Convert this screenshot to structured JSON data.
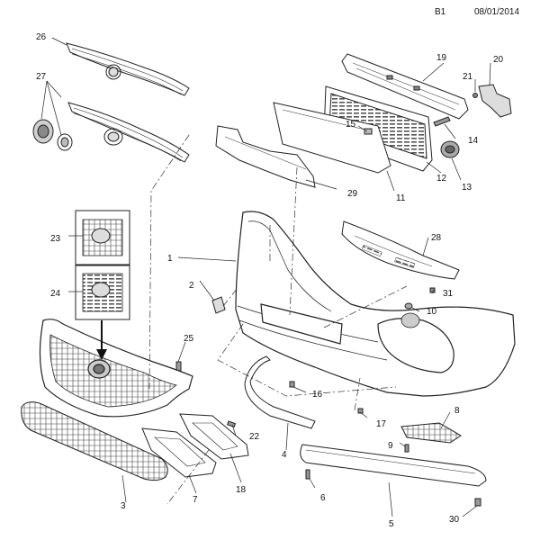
{
  "header": {
    "sheet_code": "B1",
    "date": "08/01/2014"
  },
  "callouts": {
    "c1": "1",
    "c2": "2",
    "c3": "3",
    "c4": "4",
    "c5": "5",
    "c6": "6",
    "c7": "7",
    "c8": "8",
    "c9": "9",
    "c10": "10",
    "c11": "11",
    "c12": "12",
    "c13": "13",
    "c14": "14",
    "c15": "15",
    "c16": "16",
    "c17": "17",
    "c18": "18",
    "c19": "19",
    "c20": "20",
    "c21": "21",
    "c22": "22",
    "c23": "23",
    "c24": "24",
    "c25": "25",
    "c26": "26",
    "c27": "27",
    "c28": "28",
    "c29": "29",
    "c30": "30",
    "c31": "31"
  }
}
